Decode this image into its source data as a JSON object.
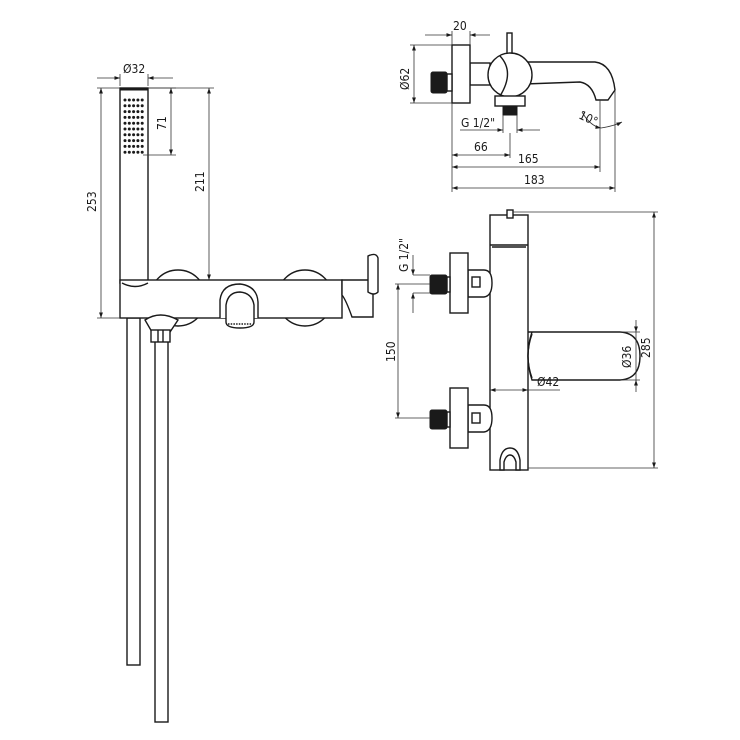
{
  "dimensions": {
    "front": {
      "handshower_diameter": "Ø32",
      "spray_height": "71",
      "holder_height": "211",
      "total_height": "253"
    },
    "side": {
      "plate_width": "20",
      "plate_diameter": "Ø62",
      "thread": "G 1/2\"",
      "inlet_offset": "66",
      "spout_reach": "165",
      "total_depth": "183",
      "spout_angle": "10°"
    },
    "top": {
      "thread": "G 1/2\"",
      "centers": "150",
      "spout_diameter": "Ø36",
      "body_diameter": "Ø42",
      "total_length": "285"
    }
  },
  "colors": {
    "line": "#1a1a1a",
    "background": "#ffffff"
  }
}
